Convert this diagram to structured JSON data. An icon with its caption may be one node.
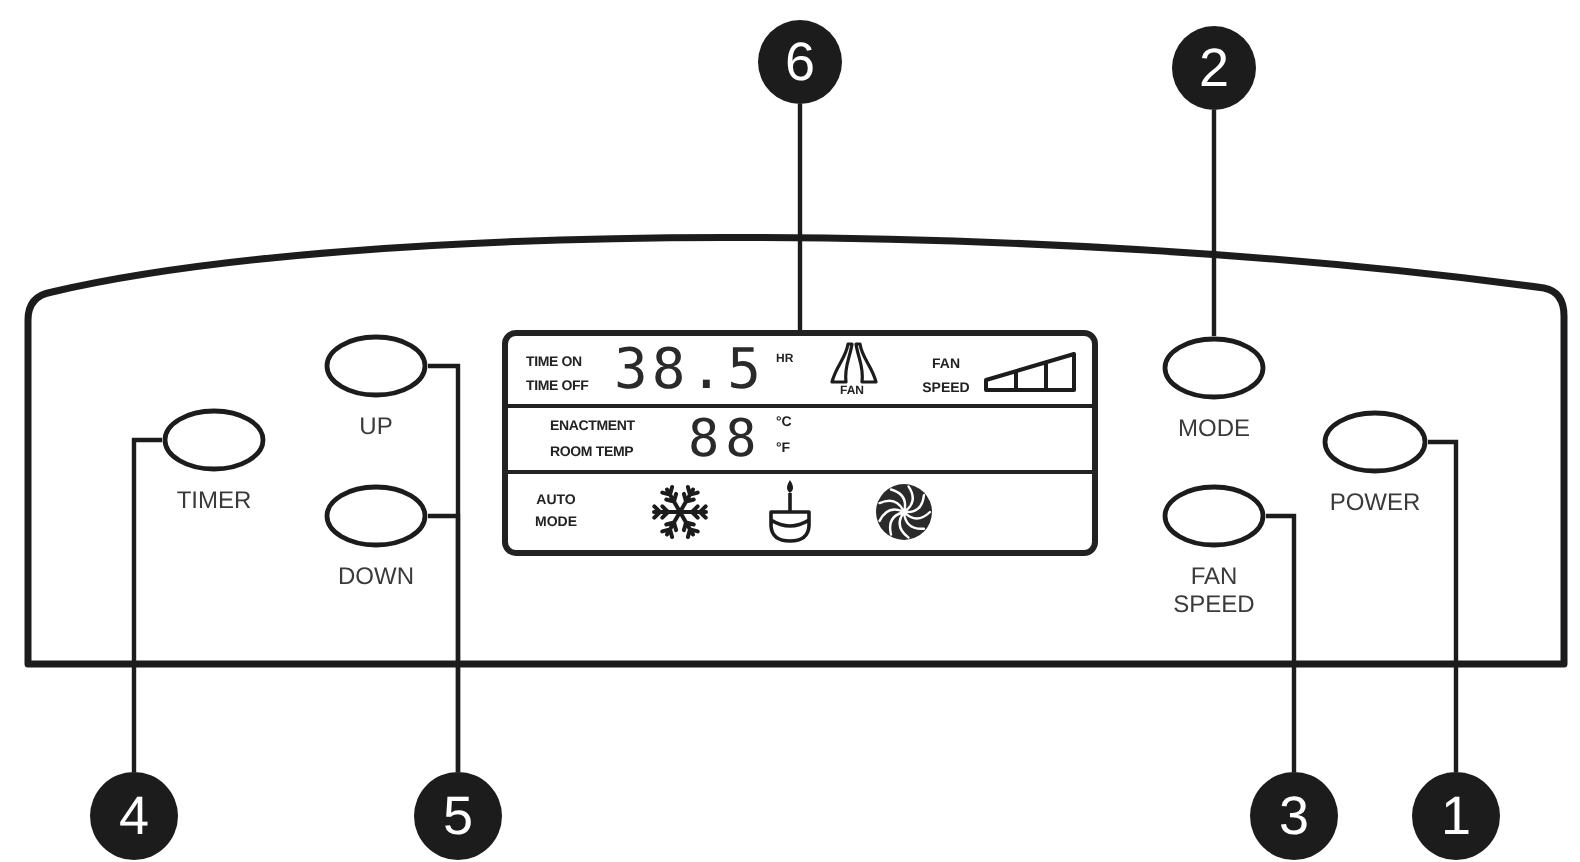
{
  "diagram": {
    "nodes": [
      {
        "text": [
          "6"
        ]
      },
      {
        "text": [
          "2"
        ]
      },
      {
        "text": [],
        "shape": "box"
      },
      {
        "text": [],
        "shape": "box",
        "in": 2
      },
      {
        "text": [
          "TIME ON",
          "TIME OFF",
          "38.5",
          "HR",
          "FAN",
          "FAN SPEED"
        ],
        "in": 3
      },
      {
        "text": [
          "ENACTMENT",
          "ROOM TEMP",
          "88",
          "°C",
          "°F"
        ],
        "in": 3
      },
      {
        "text": [
          "AUTO MODE"
        ],
        "in": 3
      },
      {
        "text": [
          "UP"
        ],
        "in": 2
      },
      {
        "text": [
          "TIMER"
        ],
        "in": 2
      },
      {
        "text": [
          "DOWN"
        ],
        "in": 2
      },
      {
        "text": [
          "MODE"
        ],
        "in": 2
      },
      {
        "text": [
          "POWER"
        ],
        "in": 2
      },
      {
        "text": [
          "FAN SPEED"
        ],
        "in": 2
      },
      {
        "text": [
          "4"
        ]
      },
      {
        "text": [
          "5"
        ]
      },
      {
        "text": [
          "3"
        ]
      },
      {
        "text": [
          "1"
        ]
      }
    ],
    "edges": [
      {
        "from": 0,
        "to": 3,
        "arrow": "none"
      },
      {
        "from": 1,
        "to": 10,
        "arrow": "none"
      },
      {
        "from": 13,
        "to": 8,
        "arrow": "none"
      },
      {
        "from": 14,
        "to": 7,
        "arrow": "none"
      },
      {
        "from": 14,
        "to": 9,
        "arrow": "none"
      },
      {
        "from": 15,
        "to": 12,
        "arrow": "none"
      },
      {
        "from": 16,
        "to": 11,
        "arrow": "none"
      }
    ]
  }
}
